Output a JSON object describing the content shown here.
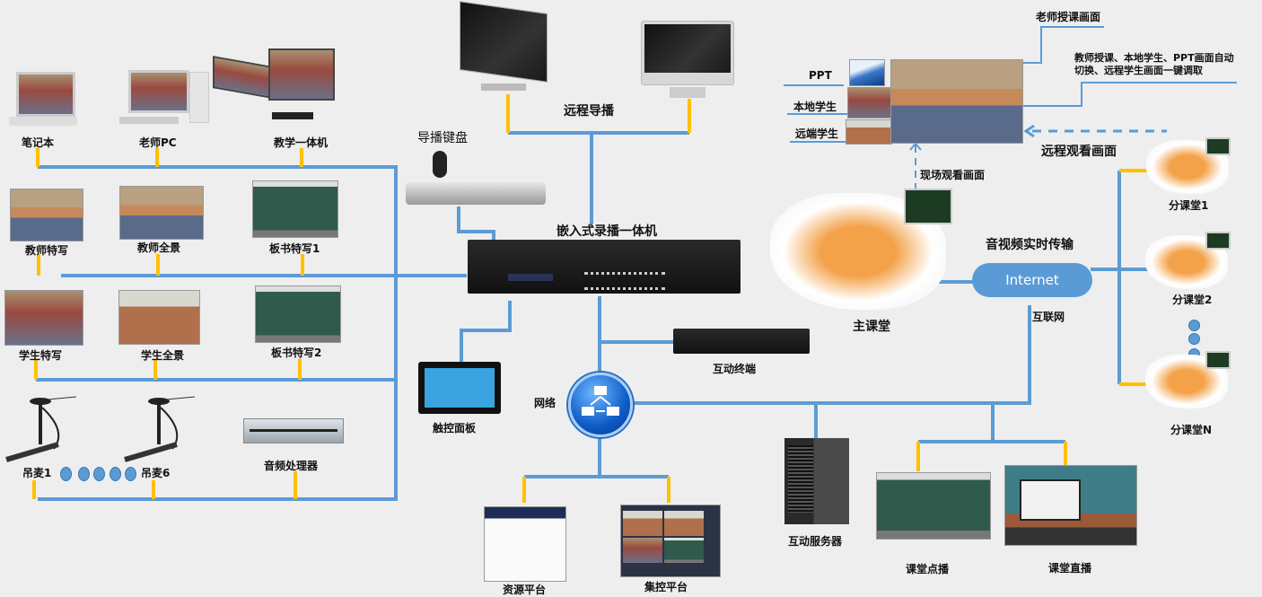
{
  "title": "嵌入式录播一体机 系统拓扑",
  "colors": {
    "line_blue": "#5b9bd5",
    "connector_yellow": "#ffc000",
    "background": "#eeeeee"
  },
  "left_devices": {
    "row1": [
      "笔记本",
      "老师PC",
      "教学一体机"
    ],
    "row2": [
      "教师特写",
      "教师全景",
      "板书特写1"
    ],
    "row3": [
      "学生特写",
      "学生全景",
      "板书特写2"
    ],
    "row4": {
      "mic_first": "吊麦1",
      "mic_last": "吊麦6",
      "processor": "音频处理器"
    }
  },
  "center": {
    "director_keyboard": "导播键盘",
    "remote_director": "远程导播",
    "recorder": "嵌入式录播一体机",
    "interactive_terminal": "互动终端",
    "touch_panel": "触控面板",
    "network": "网络",
    "resource_platform": "资源平台",
    "control_platform": "集控平台"
  },
  "right": {
    "teacher_view": "老师授课画面",
    "auto_switch_desc_line1": "教师授课、本地学生、PPT画面自动",
    "auto_switch_desc_line2": "切换、远程学生画面一键调取",
    "pip_labels": [
      "PPT",
      "本地学生",
      "远端学生"
    ],
    "remote_view": "远程观看画面",
    "local_view": "现场观看画面",
    "main_classroom": "主课堂",
    "av_transfer": "音视频实时传输",
    "internet": "Internet",
    "internet_cn": "互联网",
    "branch_classrooms": [
      "分课堂1",
      "分课堂2",
      "分课堂N"
    ],
    "interactive_server": "互动服务器",
    "vod": "课堂点播",
    "live": "课堂直播"
  }
}
